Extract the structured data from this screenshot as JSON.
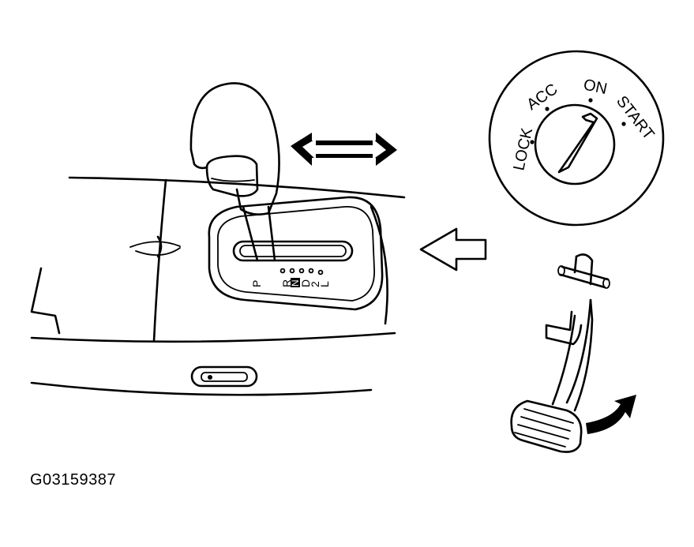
{
  "figure_code": "G03159387",
  "ignition": {
    "positions": [
      "LOCK",
      "ACC",
      "ON",
      "START"
    ]
  },
  "shift_gate": {
    "positions": [
      "P",
      "R",
      "N",
      "D",
      "2",
      "L"
    ]
  },
  "icons": {
    "double_arrow": "double-headed-arrow-icon",
    "direction_arrow": "left-outline-arrow-icon",
    "curved_arrow": "curved-arrow-icon"
  }
}
